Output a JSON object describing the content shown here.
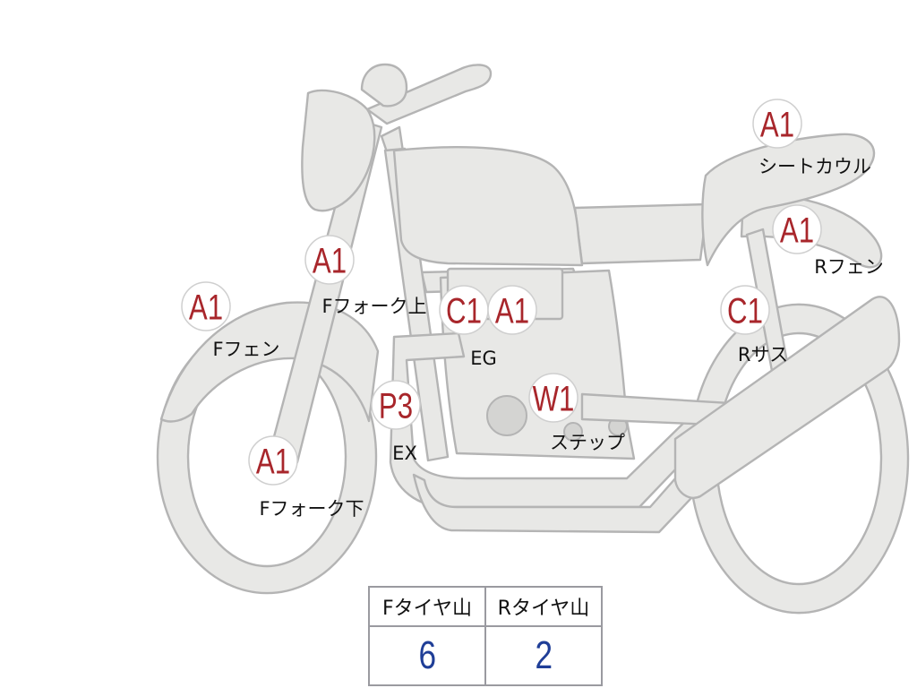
{
  "diagram": {
    "colors": {
      "body_fill": "#e8e8e6",
      "outline": "#b4b4b4",
      "code_red": "#a8262b",
      "value_blue": "#1f3e97"
    },
    "markers": [
      {
        "code": "A1",
        "label": "シートカウル"
      },
      {
        "code": "A1",
        "label": "Rフェン"
      },
      {
        "code": "A1",
        "label": "Fフォーク上"
      },
      {
        "code": "A1",
        "label": "Fフェン"
      },
      {
        "code": "C1",
        "label": ""
      },
      {
        "code": "A1",
        "label": "EG"
      },
      {
        "code": "C1",
        "label": "Rサス"
      },
      {
        "code": "P3",
        "label": "EX"
      },
      {
        "code": "W1",
        "label": "ステップ"
      },
      {
        "code": "A1",
        "label": "Fフォーク下"
      }
    ]
  },
  "tire_table": {
    "headers": [
      "Fタイヤ山",
      "Rタイヤ山"
    ],
    "values": [
      "6",
      "2"
    ]
  }
}
